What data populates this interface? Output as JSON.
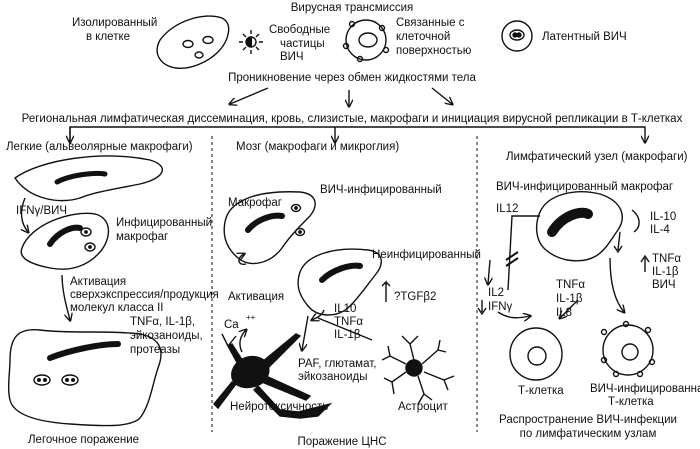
{
  "header": {
    "title": "Вирусная трансмиссия",
    "isolated": [
      "Изолированный",
      "в клетке"
    ],
    "free": [
      "Свободные",
      "частицы",
      "ВИЧ"
    ],
    "bound": [
      "Связанные с",
      "клеточной",
      "поверхностью"
    ],
    "latent": "Латентный ВИЧ",
    "entry": "Проникновение через обмен жидкостями тела",
    "dissemination": "Региональная лимфатическая диссеминация, кровь, слизистые, макрофаги и инициация вирусной репликации в Т-клетках"
  },
  "lung": {
    "title": "Легкие (альвеолярные макрофаги)",
    "ifn": "IFNγ/ВИЧ",
    "infected": [
      "Инфицированный",
      "макрофаг"
    ],
    "activation": [
      "Активация",
      "сверхэкспрессия/продукция",
      "молекул класса II"
    ],
    "products": [
      "TNFα, IL-1β,",
      "эйкозаноиды,",
      "протеазы"
    ],
    "lesion": "Легочное поражение"
  },
  "brain": {
    "title": "Мозг (макрофаги и микроглия)",
    "infected": "ВИЧ-инфицированный",
    "macrophage": "Макрофаг",
    "uninfected": "Неинфицированный",
    "tgf": "?TGFβ2",
    "activation": "Активация",
    "cytokines": [
      "IL10",
      "TNFα",
      "IL-1β"
    ],
    "calcium": "Ca",
    "calcium_charge": "++",
    "paf": [
      "PAF, глютамат,",
      "эйкозаноиды"
    ],
    "neurotox": "Нейротоксичность",
    "astrocyte": "Астроцит",
    "lesion": "Поражение ЦНС"
  },
  "lymph": {
    "title": "Лимфатический узел (макрофаги)",
    "macrophage": "ВИЧ-инфицированный макрофаг",
    "il12": "IL12",
    "il10": [
      "IL-10",
      "IL-4"
    ],
    "tnf_right": [
      "TNFα",
      "IL-1β",
      "ВИЧ"
    ],
    "il2": [
      "IL2",
      "IFNγ"
    ],
    "tnf_mid": [
      "TNFα",
      "IL-1β",
      "IL8"
    ],
    "tcell": "Т-клетка",
    "hiv_tcell": [
      "ВИЧ-инфицированная",
      "Т-клетка"
    ],
    "spread": [
      "Распространение ВИЧ-инфекции",
      "по лимфатическим узлам"
    ]
  }
}
